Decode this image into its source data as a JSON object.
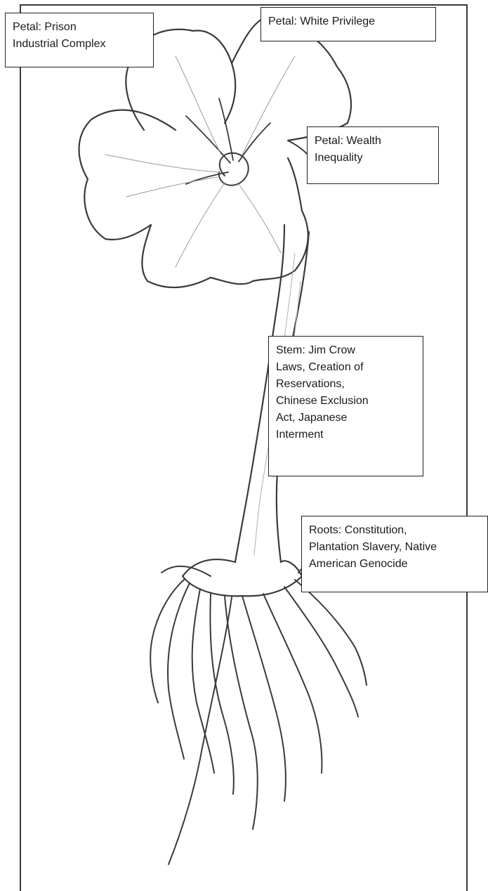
{
  "labels": {
    "prison": "Petal: Prison\nIndustrial Complex",
    "privilege": "Petal: White Privilege",
    "wealth": "Petal: Wealth\nInequality",
    "stem": "Stem: Jim Crow\nLaws, Creation of\nReservations,\nChinese Exclusion\nAct, Japanese\nInterment",
    "roots": "Roots: Constitution,\nPlantation Slavery, Native\nAmerican Genocide"
  },
  "colors": {
    "ink": "#3a3a3a",
    "background": "#ffffff",
    "label_border": "#222222"
  }
}
